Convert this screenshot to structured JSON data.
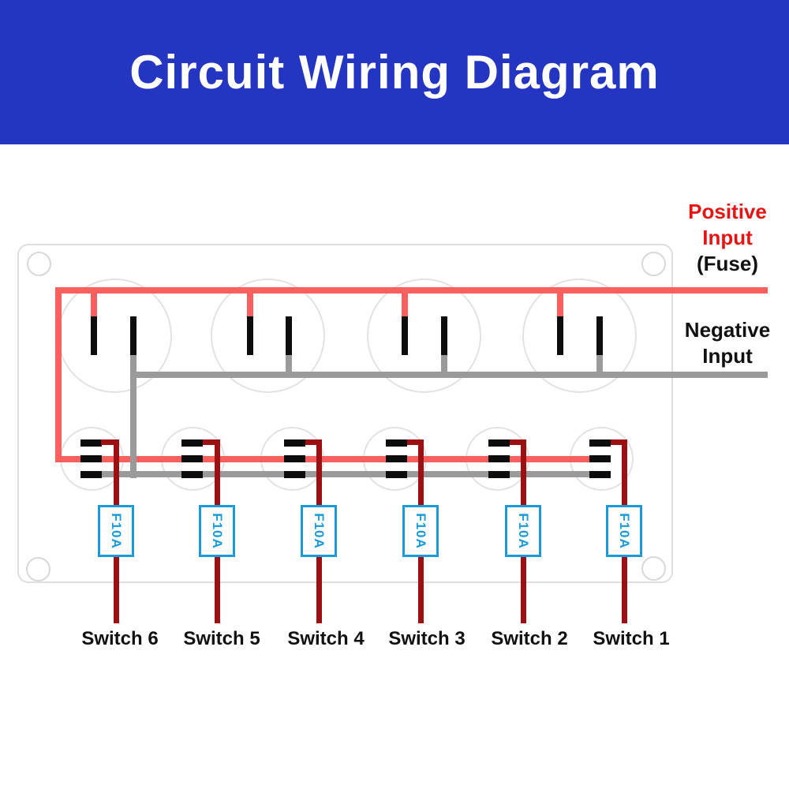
{
  "banner": {
    "title": "Circuit Wiring Diagram"
  },
  "annotations": {
    "positive_line1": "Positive",
    "positive_line2": "Input",
    "positive_note": "(Fuse)",
    "negative_line1": "Negative",
    "negative_line2": "Input"
  },
  "fuses": [
    {
      "label": "F10A"
    },
    {
      "label": "F10A"
    },
    {
      "label": "F10A"
    },
    {
      "label": "F10A"
    },
    {
      "label": "F10A"
    },
    {
      "label": "F10A"
    }
  ],
  "switches": [
    {
      "label": "Switch 6"
    },
    {
      "label": "Switch 5"
    },
    {
      "label": "Switch 4"
    },
    {
      "label": "Switch 3"
    },
    {
      "label": "Switch 2"
    },
    {
      "label": "Switch 1"
    }
  ],
  "colors": {
    "banner_blue": "#2435c1",
    "positive_wire_red": "#f8605e",
    "switch_output_dark_red": "#9c1013",
    "negative_wire_gray": "#9a9a9a",
    "terminal_black": "#0d0d0d",
    "fuse_border_blue": "#1b9ad8",
    "panel_outline_gray": "#dedede",
    "positive_label_red": "#e81414",
    "label_black": "#111111"
  }
}
